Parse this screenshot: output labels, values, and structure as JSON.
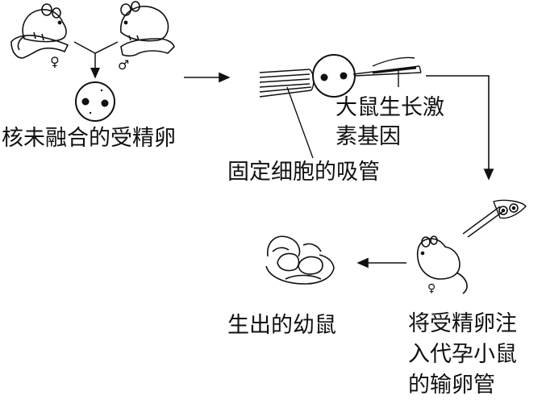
{
  "labels": {
    "unfused_egg": "核未融合的受精卵",
    "growth_gene_line1": "大鼠生长激",
    "growth_gene_line2": "素基因",
    "pipette": "固定细胞的吸管",
    "baby_mice": "生出的幼鼠",
    "inject_line1": "将受精卵注",
    "inject_line2": "入代孕小鼠",
    "inject_line3": "的输卵管"
  },
  "symbols": {
    "female": "♀",
    "male": "♂"
  },
  "colors": {
    "ink": "#111111",
    "paper": "#ffffff"
  }
}
